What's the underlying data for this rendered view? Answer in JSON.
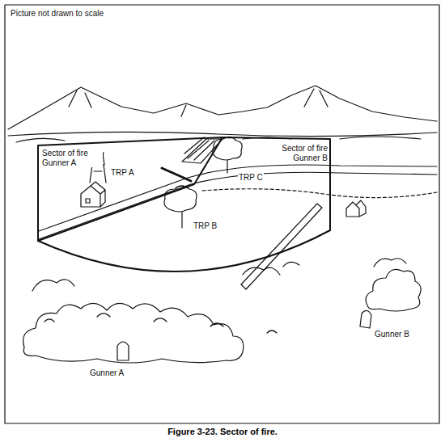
{
  "diagram": {
    "caption": "Figure 3-23. Sector of fire.",
    "labels": [
      "Picture not drawn to scale",
      "Sector of fire Gunner A",
      "TRP A",
      "TRP C",
      "Sector of fire Gunner B",
      "TRP B",
      "Gunner B",
      "Gunner A"
    ]
  }
}
